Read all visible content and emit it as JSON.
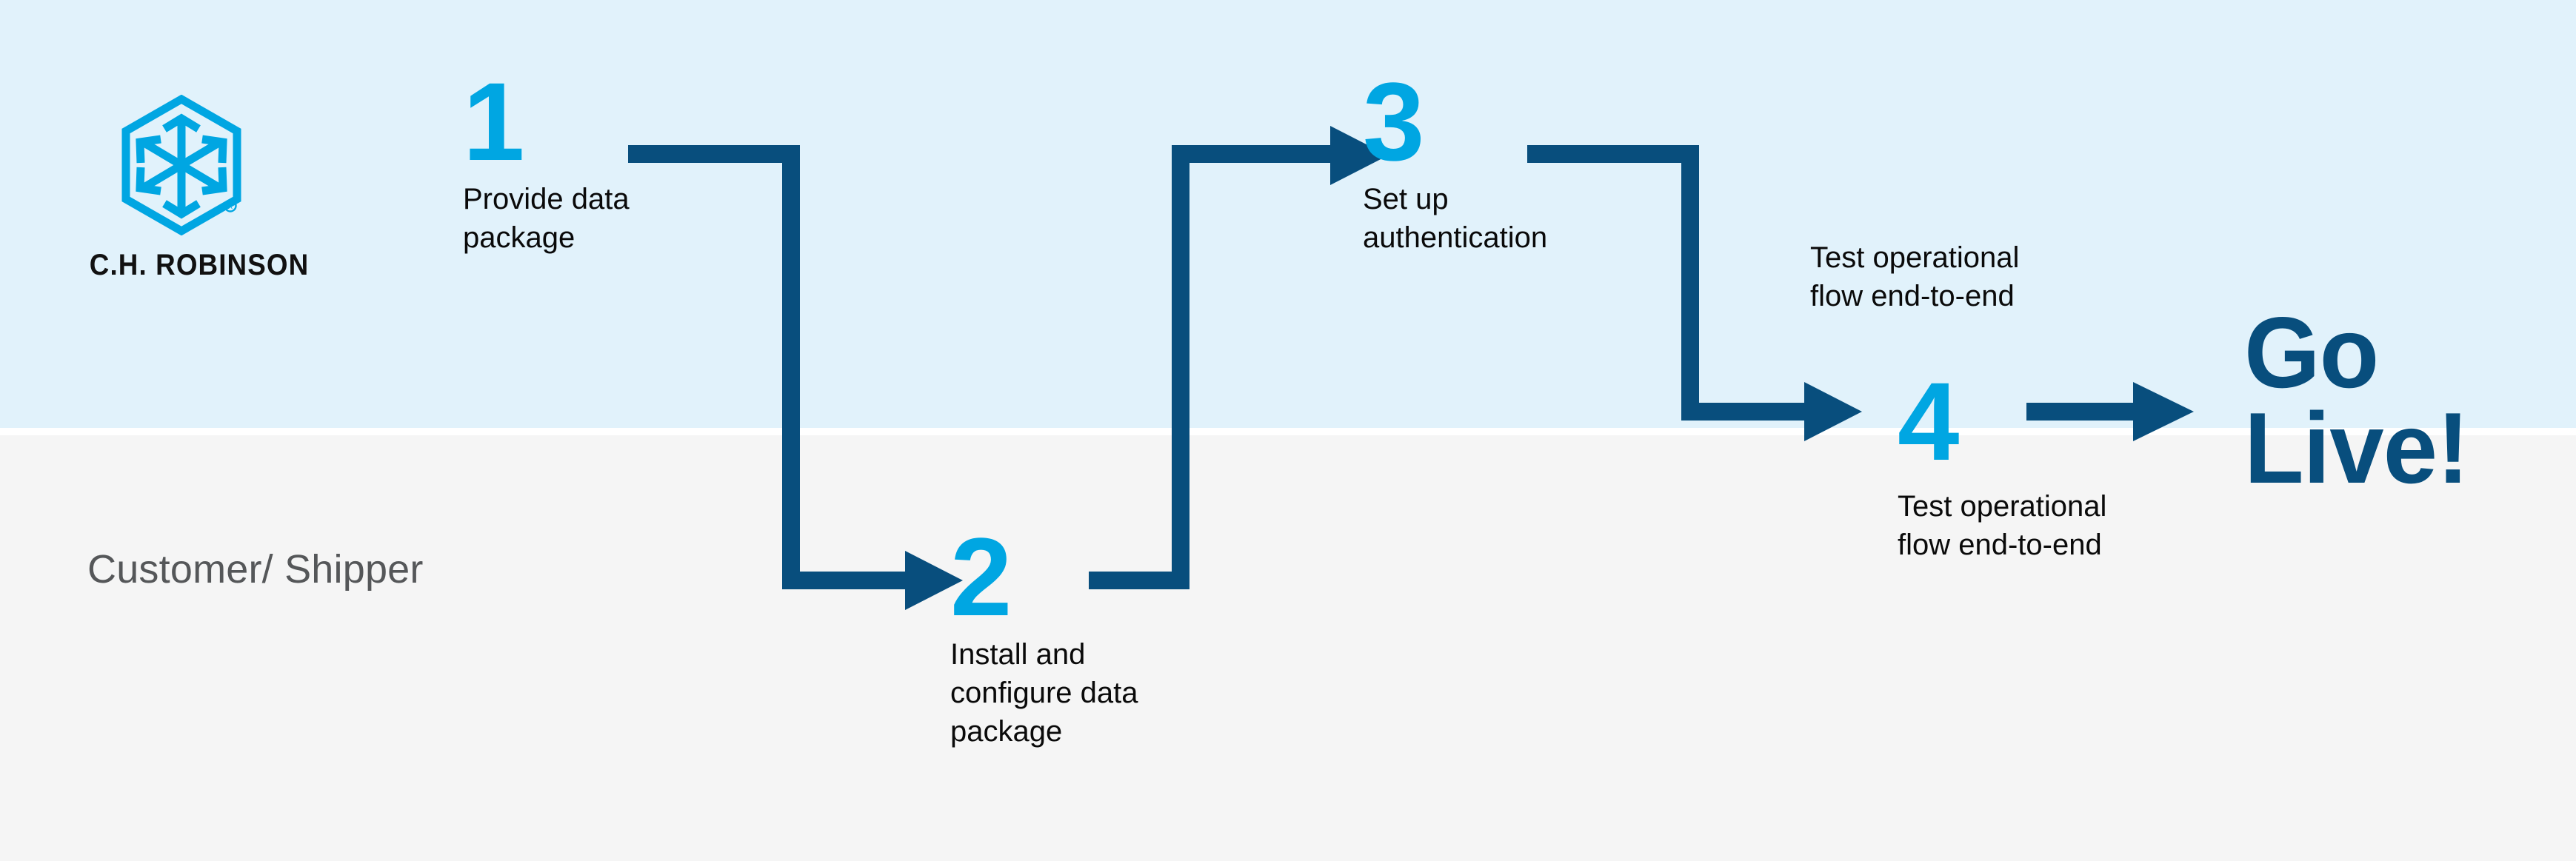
{
  "brand": {
    "logo_icon": "ch-robinson-hexagon-arrows-logo",
    "wordmark": "C.H. ROBINSON",
    "registered_mark": "®"
  },
  "lane": {
    "label": "Customer/\nShipper"
  },
  "colors": {
    "band_top": "#e1f2fb",
    "band_bottom": "#f5f5f5",
    "number_blue": "#00a6e2",
    "connector_navy": "#084e7d",
    "golive_navy": "#084e7d",
    "body_text": "#0a0a0a",
    "lane_text": "#555759"
  },
  "steps": [
    {
      "number": "1",
      "text": "Provide data\npackage"
    },
    {
      "number": "2",
      "text": "Install and\nconfigure data\npackage"
    },
    {
      "number": "3",
      "text": "Set up\nauthentication"
    },
    {
      "number": "4",
      "text": "Test operational\nflow end-to-end"
    }
  ],
  "captions": {
    "top_right": "Test operational\nflow end-to-end"
  },
  "outcome": {
    "label": "Go\nLive!"
  },
  "connectors": [
    {
      "name": "step1-to-step2",
      "path": "right-then-down-then-right",
      "arrowhead": true
    },
    {
      "name": "step2-to-step3",
      "path": "up-then-right",
      "arrowhead": true
    },
    {
      "name": "step3-to-step4",
      "path": "right-then-down-then-right",
      "arrowhead": true
    },
    {
      "name": "step4-to-golive",
      "path": "right",
      "arrowhead": true
    }
  ]
}
